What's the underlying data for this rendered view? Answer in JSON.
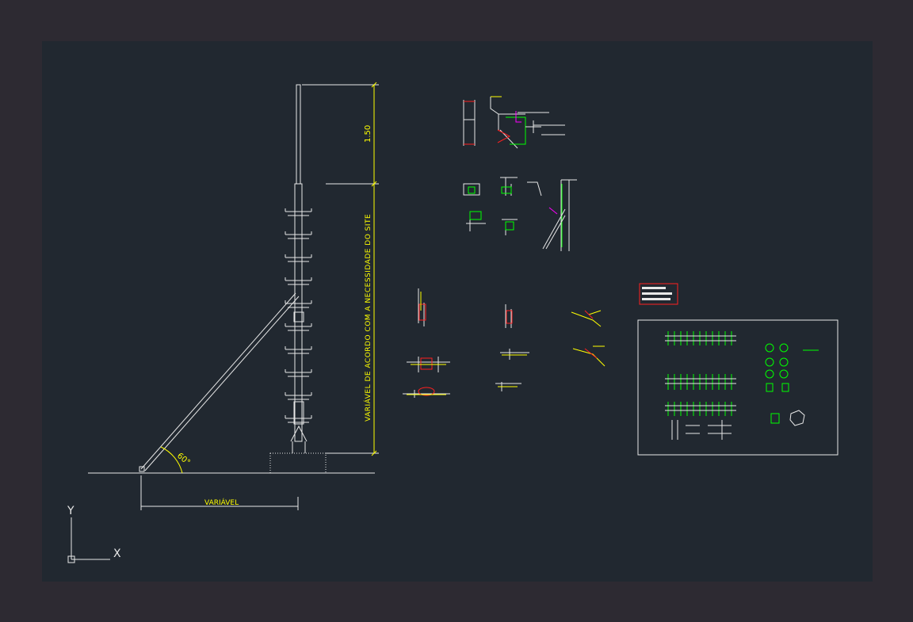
{
  "drawing": {
    "dimension_top": "1.50",
    "dimension_vertical": "VARIÁVEL DE ACORDO COM A NECESSIDADE DO SITE",
    "dimension_horizontal": "VARIÁVEL",
    "angle": "60°"
  },
  "ucs": {
    "y_label": "Y",
    "x_label": "X"
  },
  "colors": {
    "background": "#212830",
    "frame": "#2d2a32",
    "line_white": "#e8e8e8",
    "dimension_yellow": "#ffff00",
    "detail_green": "#00ff00",
    "detail_red": "#ff2020",
    "detail_magenta": "#ff00ff"
  }
}
